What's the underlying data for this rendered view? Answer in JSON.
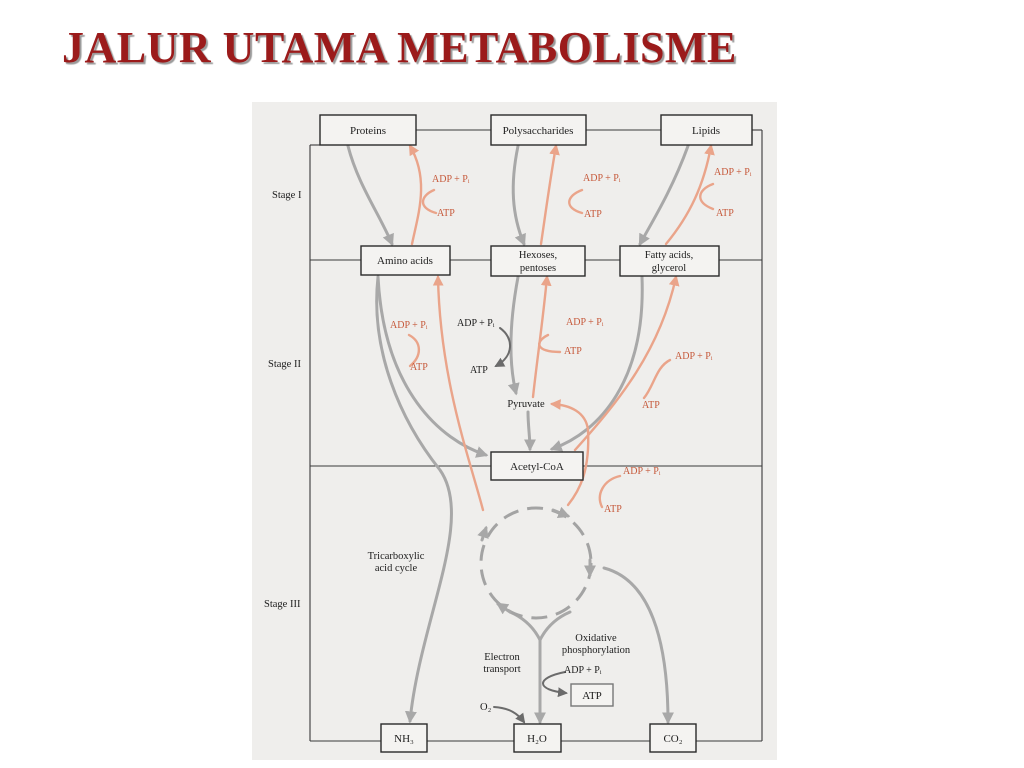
{
  "title": "JALUR UTAMA METABOLISME",
  "colors": {
    "title": "#9b1b1b",
    "gray_arrow": "#a8a8a8",
    "orange_arrow": "#eaa48a",
    "background": "#efeeec"
  },
  "stages": {
    "stage1": "Stage I",
    "stage2": "Stage II",
    "stage3": "Stage III"
  },
  "nodes": {
    "proteins": "Proteins",
    "polysaccharides": "Polysaccharides",
    "lipids": "Lipids",
    "amino_acids": "Amino acids",
    "hexoses_1": "Hexoses,",
    "hexoses_2": "pentoses",
    "fatty_1": "Fatty acids,",
    "fatty_2": "glycerol",
    "pyruvate": "Pyruvate",
    "acetyl_coa": "Acetyl-CoA",
    "nh3": "NH₃",
    "h2o": "H₂O",
    "co2": "CO₂",
    "atp_box": "ATP"
  },
  "labels": {
    "adp_pi": "ADP + Pᵢ",
    "atp": "ATP",
    "tca_1": "Tricarboxylic",
    "tca_2": "acid cycle",
    "oxphos_1": "Oxidative",
    "oxphos_2": "phosphorylation",
    "et_1": "Electron",
    "et_2": "transport",
    "o2": "O₂"
  }
}
